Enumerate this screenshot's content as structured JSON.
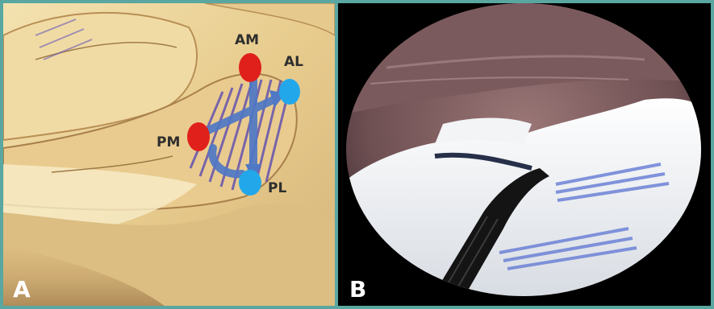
{
  "panels": [
    {
      "letter": "A",
      "point_labels": [
        "AM",
        "AL",
        "PM",
        "PL"
      ]
    },
    {
      "letter": "B"
    }
  ],
  "colors": {
    "anteromedial_posteromedial_marker": "#e0201a",
    "anterolateral_posterolateral_marker": "#22a8ea",
    "arrow": "#4f78c5",
    "border": "#5aa7a2"
  }
}
